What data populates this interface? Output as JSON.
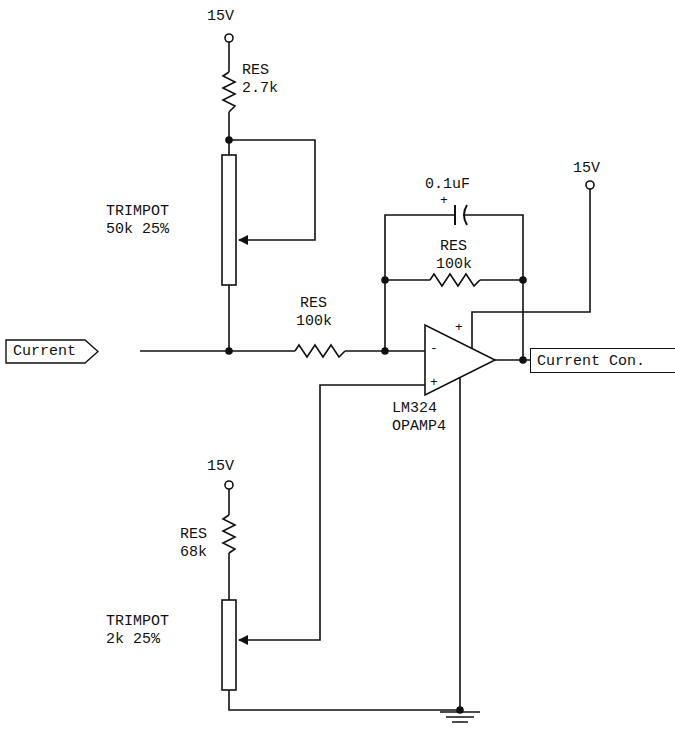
{
  "diagram": {
    "nodes": [
      {
        "text": [
          "Current"
        ]
      },
      {
        "text": [
          "Current Con."
        ]
      }
    ],
    "labels": [
      "15V",
      "RES",
      "2.7k",
      "TRIMPOT",
      "50k 25%",
      "0.1uF",
      "+",
      "15V",
      "RES",
      "100k",
      "RES",
      "100k",
      "-",
      "+",
      "+",
      "LM324",
      "OPAMP4",
      "15V",
      "RES",
      "68k",
      "TRIMPOT",
      "2k 25%"
    ]
  }
}
